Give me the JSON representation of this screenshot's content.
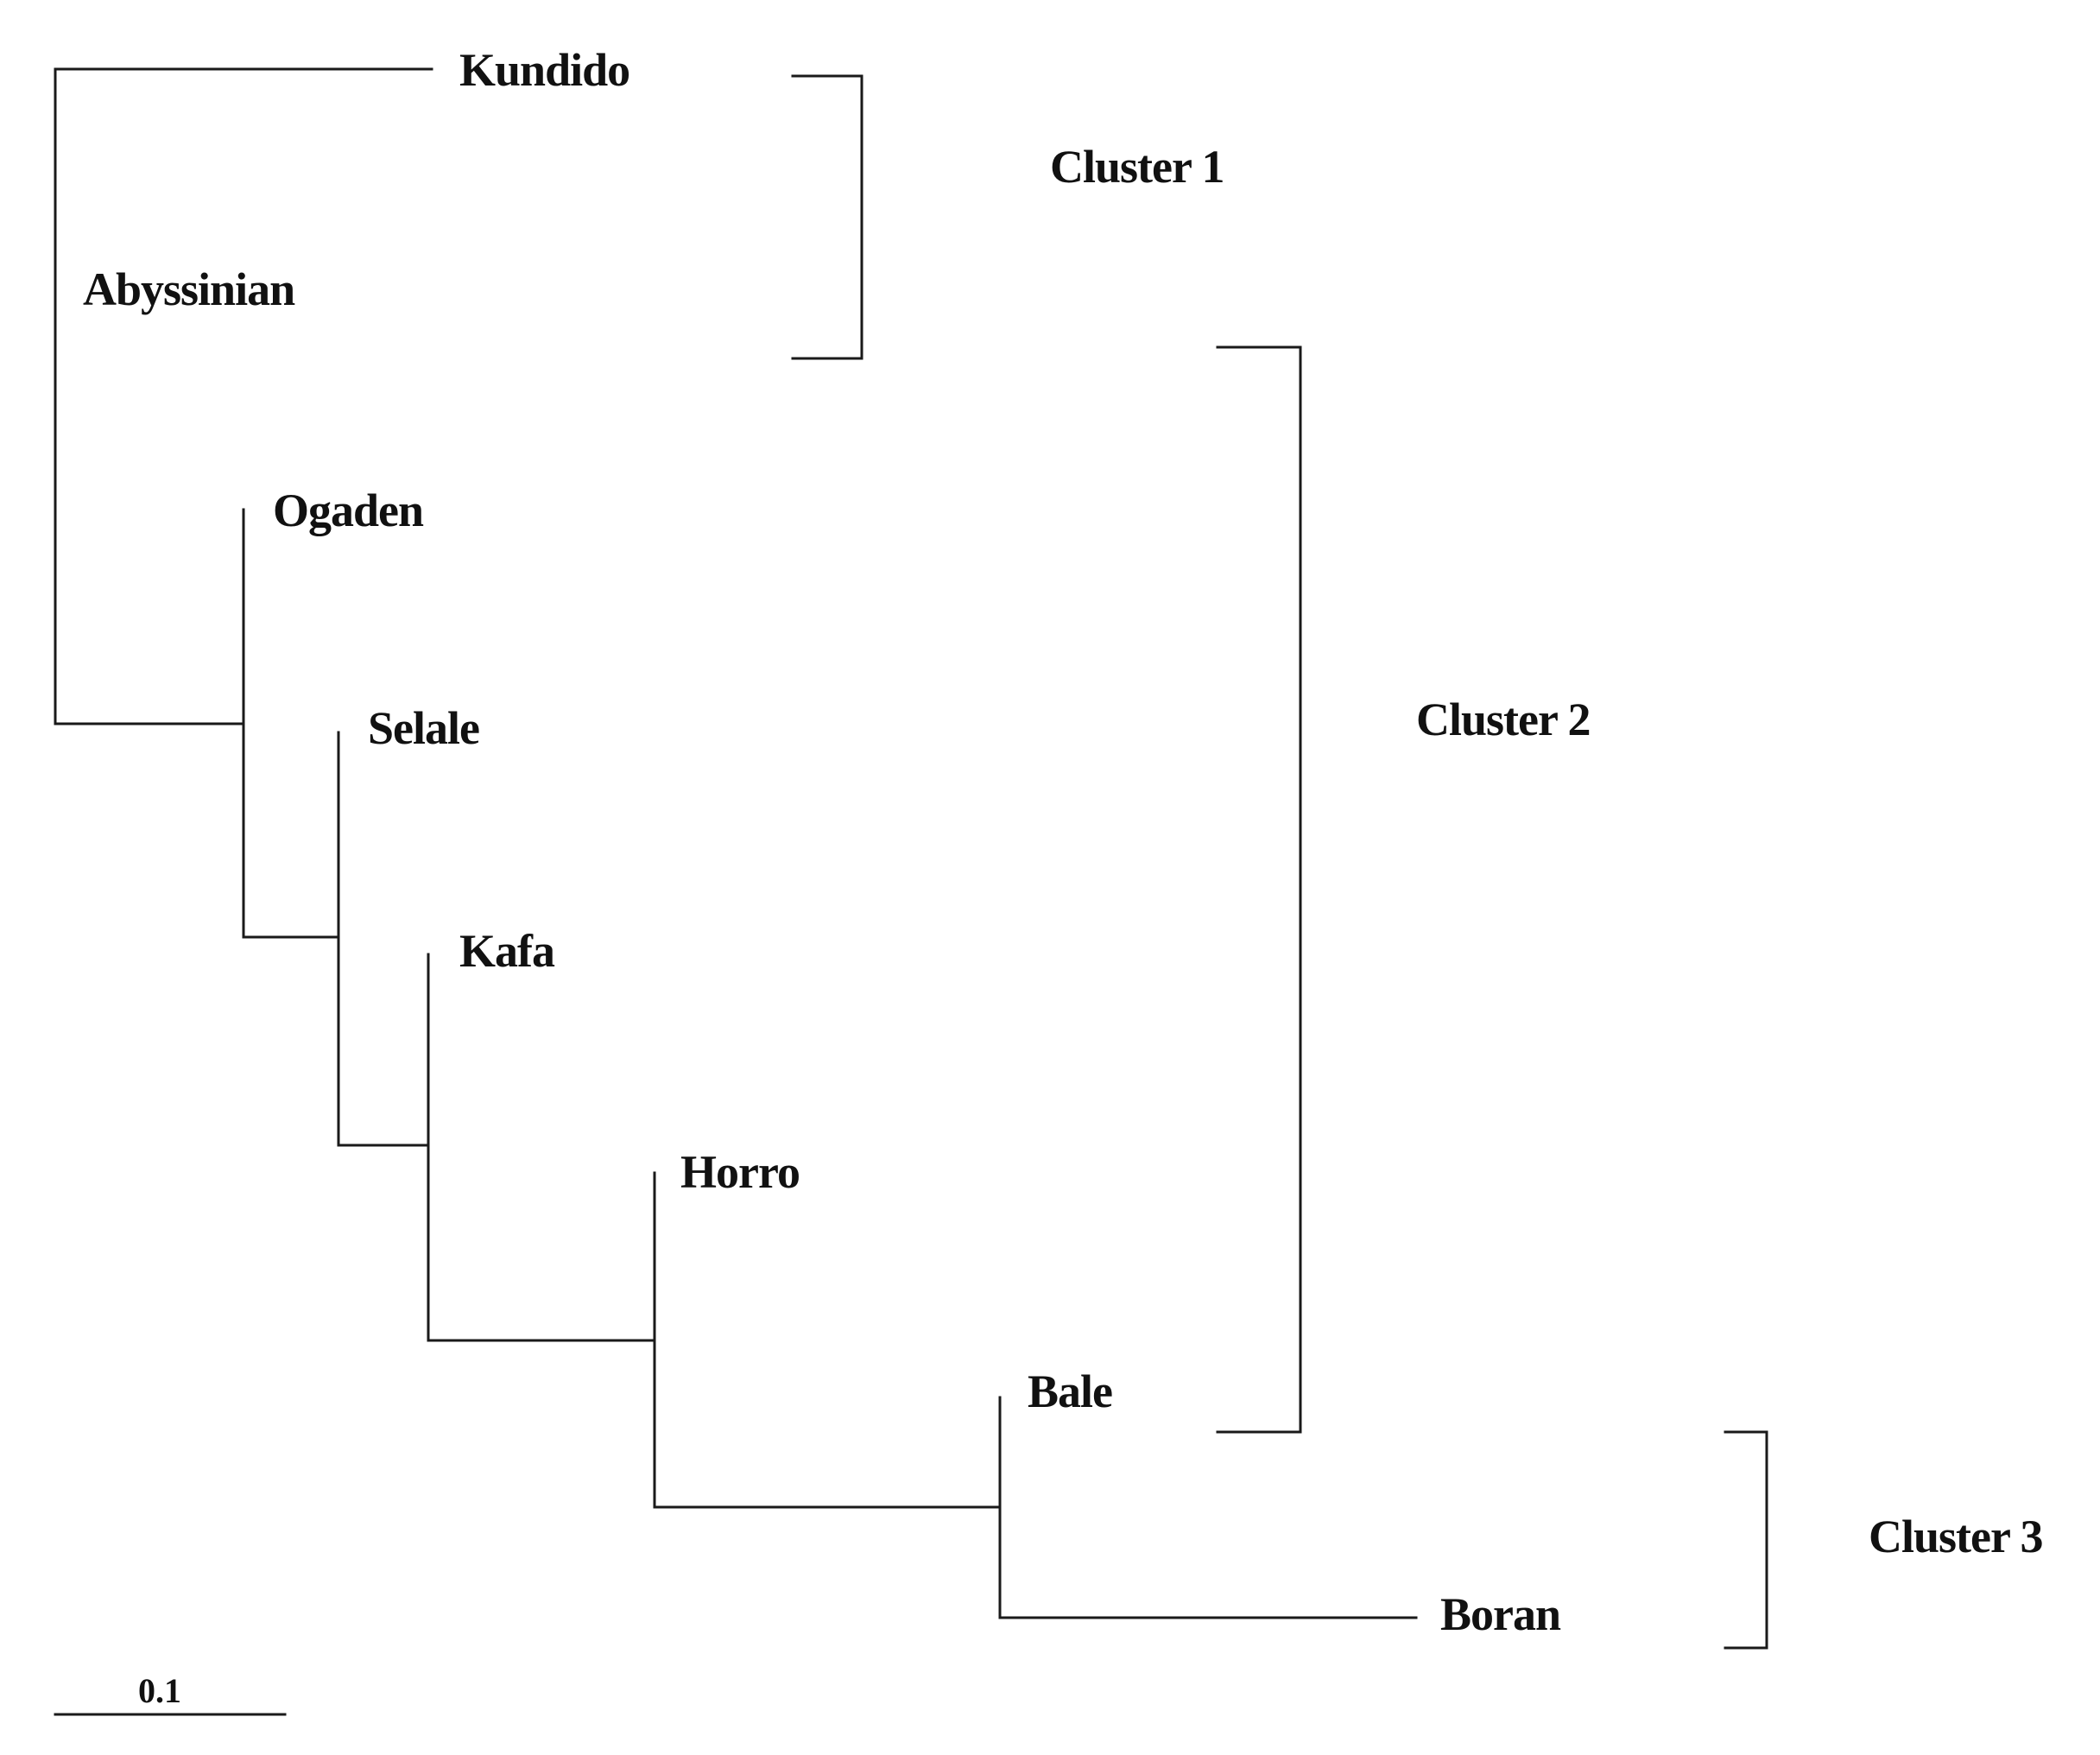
{
  "taxa": {
    "kundido": "Kundido",
    "abyssinian": "Abyssinian",
    "ogaden": "Ogaden",
    "selale": "Selale",
    "kafa": "Kafa",
    "horro": "Horro",
    "bale": "Bale",
    "boran": "Boran"
  },
  "clusters": {
    "cluster1": "Cluster 1",
    "cluster2": "Cluster 2",
    "cluster3": "Cluster 3"
  },
  "scale_bar": {
    "label": "0.1"
  }
}
